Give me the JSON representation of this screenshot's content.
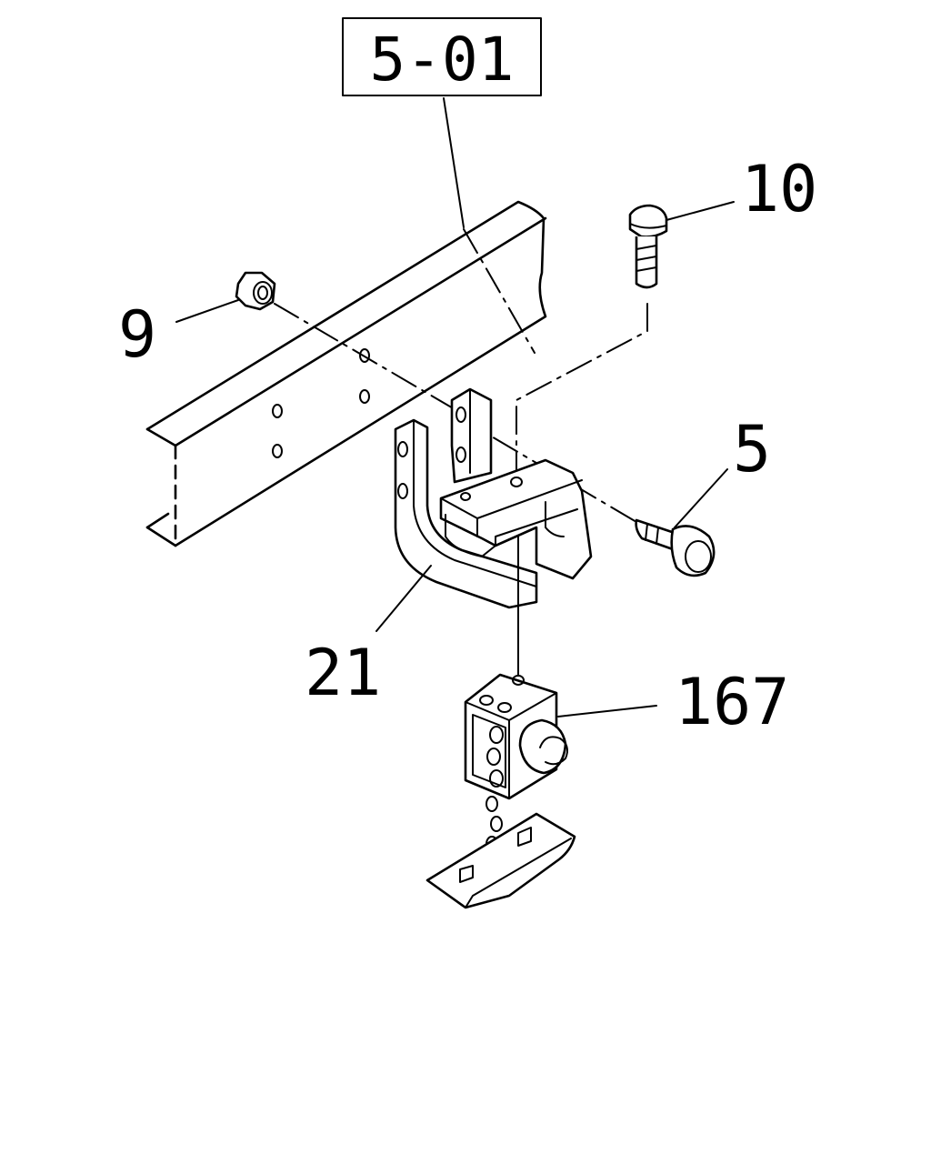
{
  "reference": {
    "label": "5-01"
  },
  "callouts": [
    {
      "id": "9",
      "text": "9"
    },
    {
      "id": "10",
      "text": "10"
    },
    {
      "id": "5",
      "text": "5"
    },
    {
      "id": "21",
      "text": "21"
    },
    {
      "id": "167",
      "text": "167"
    }
  ]
}
